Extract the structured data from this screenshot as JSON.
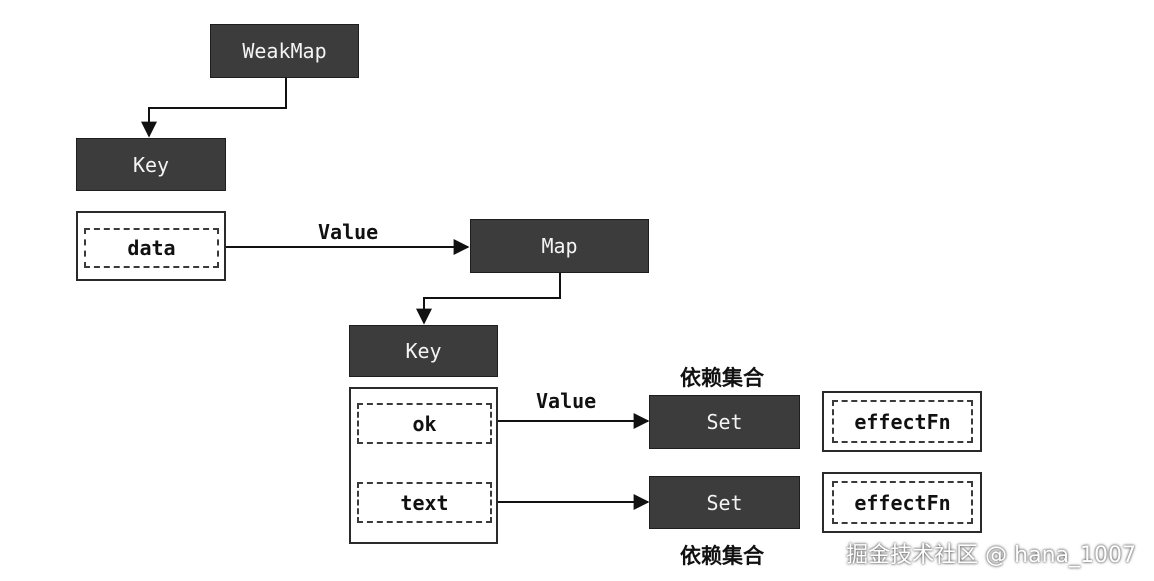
{
  "weakmap": {
    "label": "WeakMap"
  },
  "level1": {
    "key_label": "Key",
    "key_item": "data",
    "value_label": "Value"
  },
  "map": {
    "label": "Map"
  },
  "level2": {
    "key_label": "Key",
    "key_items": [
      "ok",
      "text"
    ],
    "value_label": "Value"
  },
  "sets": [
    {
      "label": "Set",
      "effect": "effectFn"
    },
    {
      "label": "Set",
      "effect": "effectFn"
    }
  ],
  "dep_set_caption_top": "依赖集合",
  "dep_set_caption_bottom": "依赖集合",
  "watermark": "掘金技术社区 @ hana_1007"
}
